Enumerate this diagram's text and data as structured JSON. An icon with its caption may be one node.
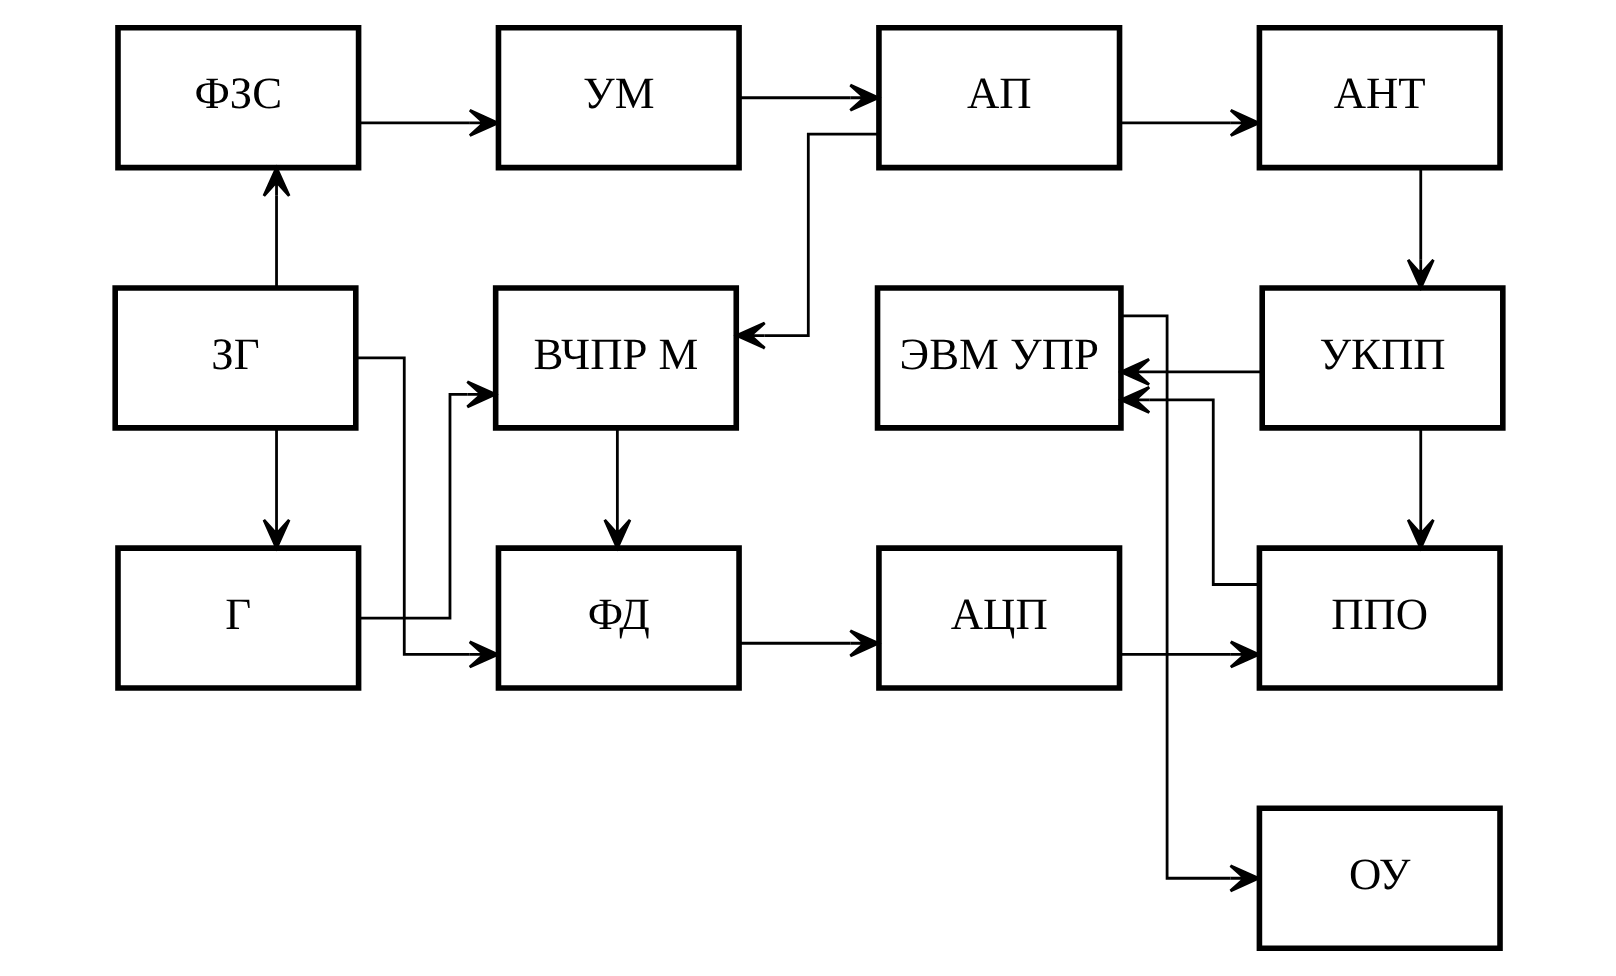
{
  "diagram": {
    "nodes": [
      {
        "text": [
          "ФЗС"
        ]
      },
      {
        "text": [
          "УМ"
        ]
      },
      {
        "text": [
          "АП"
        ]
      },
      {
        "text": [
          "АНТ"
        ]
      },
      {
        "text": [
          "ЗГ"
        ]
      },
      {
        "text": [
          "ВЧПР М"
        ]
      },
      {
        "text": [
          "ЭВМ УПР"
        ]
      },
      {
        "text": [
          "УКПП"
        ]
      },
      {
        "text": [
          "Г"
        ]
      },
      {
        "text": [
          "ФД"
        ]
      },
      {
        "text": [
          "АЦП"
        ]
      },
      {
        "text": [
          "ППО"
        ]
      },
      {
        "text": [
          "ОУ"
        ]
      }
    ],
    "edges": [
      {
        "from": 0,
        "to": 1,
        "arrow": "to"
      },
      {
        "from": 1,
        "to": 2,
        "arrow": "to"
      },
      {
        "from": 2,
        "to": 3,
        "arrow": "to"
      },
      {
        "from": 3,
        "to": 7,
        "arrow": "to"
      },
      {
        "from": 2,
        "to": 5,
        "arrow": "to"
      },
      {
        "from": 4,
        "to": 0,
        "arrow": "to"
      },
      {
        "from": 4,
        "to": 8,
        "arrow": "to"
      },
      {
        "from": 4,
        "to": 9,
        "arrow": "to"
      },
      {
        "from": 8,
        "to": 5,
        "arrow": "to"
      },
      {
        "from": 5,
        "to": 9,
        "arrow": "to"
      },
      {
        "from": 7,
        "to": 6,
        "arrow": "to"
      },
      {
        "from": 7,
        "to": 11,
        "arrow": "to"
      },
      {
        "from": 11,
        "to": 6,
        "arrow": "to"
      },
      {
        "from": 9,
        "to": 10,
        "arrow": "to"
      },
      {
        "from": 10,
        "to": 11,
        "arrow": "to"
      },
      {
        "from": 6,
        "to": 12,
        "arrow": "to"
      }
    ]
  }
}
